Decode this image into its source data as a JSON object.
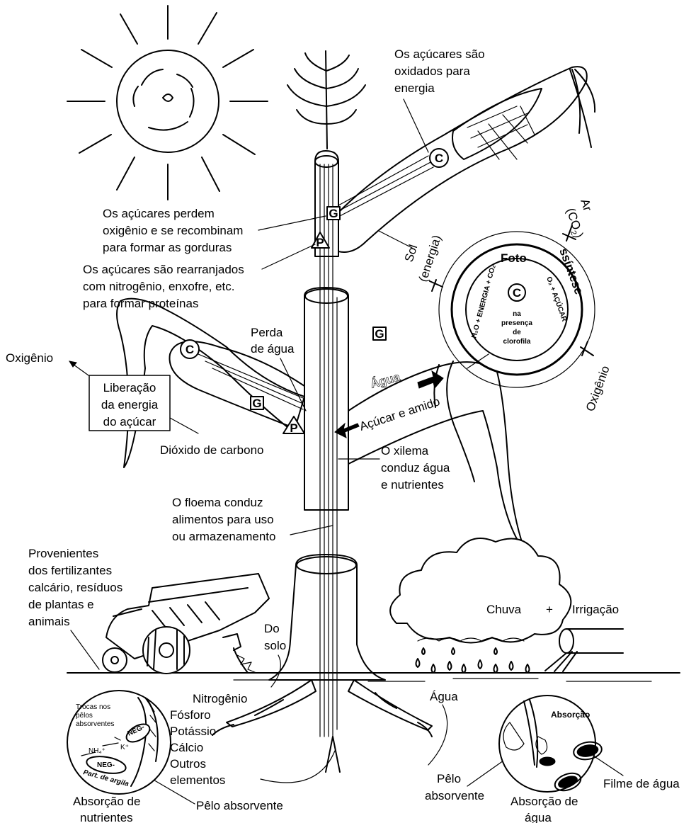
{
  "labels": {
    "oxidized": [
      "Os açúcares são",
      "oxidados para",
      "energia"
    ],
    "fats": [
      "Os açúcares perdem",
      "oxigênio e se recombinam",
      "para formar as gorduras"
    ],
    "proteins": [
      "Os açúcares são rearranjados",
      "com nitrogênio, enxofre, etc.",
      "para formar proteínas"
    ],
    "water_loss": [
      "Perda",
      "de água"
    ],
    "oxygen_left": "Oxigênio",
    "energy_release": [
      "Liberação",
      "da energia",
      "do açúcar"
    ],
    "co2_left": "Dióxido de carbono",
    "water_arrow": "Água",
    "sugar_starch": "Açúcar e amido",
    "xylem": [
      "O xilema",
      "conduz água",
      "e nutrientes"
    ],
    "phloem": [
      "O floema conduz",
      "alimentos para uso",
      "ou armazenamento"
    ],
    "fertilizer_sources": [
      "Provenientes",
      "dos fertilizantes",
      "calcário, resíduos",
      "de plantas e",
      "animais"
    ],
    "from_soil": [
      "Do",
      "solo"
    ],
    "rain": "Chuva",
    "plus": "+",
    "irrigation": "Irrigação",
    "water_soil": "Água",
    "nutrients": [
      "Nitrogênio",
      "Fósforo",
      "Potássio",
      "Cálcio",
      "Outros",
      "elementos"
    ],
    "root_hair_right": [
      "Pêlo",
      "absorvente"
    ],
    "water_film": "Filme de água",
    "water_absorption": [
      "Absorção de",
      "água"
    ],
    "nutrient_absorption": [
      "Absorção de",
      "nutrientes"
    ],
    "root_hair_left": "Pêlo absorvente",
    "photo": {
      "title_a": "Foto",
      "title_b": "ssíntese",
      "sun_energy": [
        "Sol",
        "(energia)"
      ],
      "air": "Ar",
      "co2_air": "(CO",
      "co2_air_sub": "2",
      "co2_air_close": ")",
      "oxygen": "Oxigênio",
      "ring_left": "H₂O + ENERGIA + CO₂",
      "ring_right": "O₂ + AÇÚCAR",
      "center_letter": "C",
      "center_text": [
        "na",
        "presença",
        "de",
        "clorofila"
      ]
    },
    "inset_left": {
      "title": [
        "Trocas nos",
        "pêlos",
        "absorventes"
      ],
      "neg1": "NEG-",
      "neg2": "NEG-",
      "nh4": "NH₄⁺",
      "k": "K⁺",
      "clay": "Part. de argila"
    },
    "inset_right": {
      "title": "Absorção"
    },
    "markers": {
      "G": "G",
      "P": "P",
      "C": "C"
    }
  },
  "colors": {
    "ink": "#000000",
    "paper": "#ffffff"
  }
}
